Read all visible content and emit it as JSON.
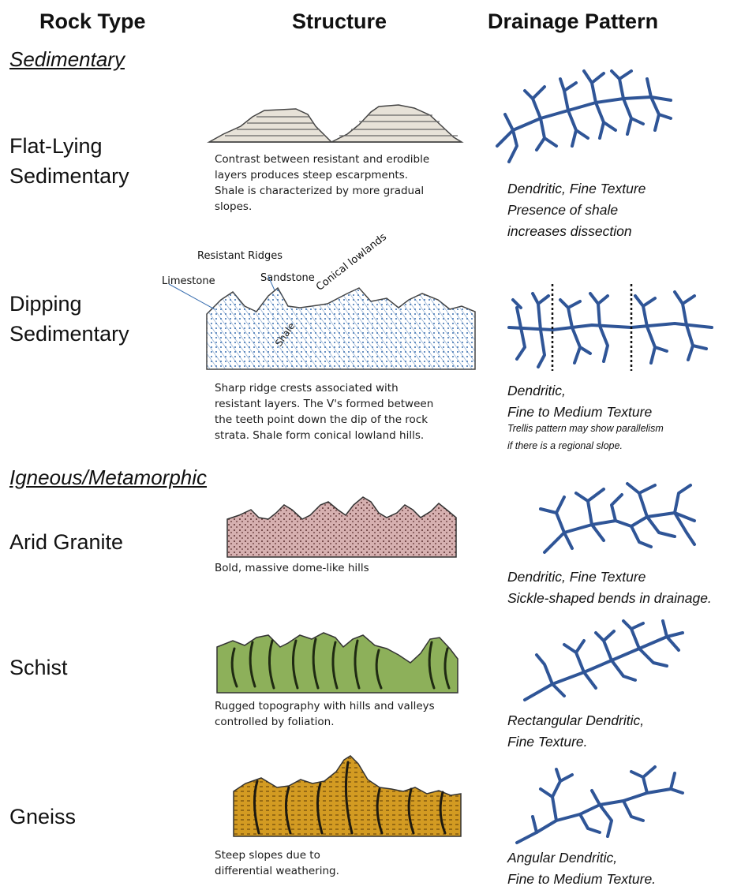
{
  "headers": {
    "rock_type": "Rock Type",
    "structure": "Structure",
    "drainage": "Drainage Pattern"
  },
  "sections": {
    "sedimentary": "Sedimentary",
    "igneous": "Igneous/Metamorphic"
  },
  "rows": [
    {
      "rock": "Flat-Lying\nSedimentary",
      "structure_desc": "Contrast between resistant and erodible\nlayers produces steep escarpments.\nShale is characterized by more gradual\nslopes.",
      "drainage": "Dendritic, Fine Texture\nPresence of shale\nincreases dissection"
    },
    {
      "rock": "Dipping\nSedimentary",
      "structure_desc": "Sharp ridge crests associated with\nresistant layers. The V's formed between\nthe teeth point down the dip of the rock\nstrata. Shale form conical lowland hills.",
      "drainage": "Dendritic,\nFine to Medium Texture",
      "drainage_note": "Trellis pattern may show parallelism\nif there is a regional slope.",
      "labels": {
        "resistant_ridges": "Resistant Ridges",
        "limestone": "Limestone",
        "sandstone": "Sandstone",
        "conical_lowlands": "Conical lowlands",
        "shale": "Shale"
      }
    },
    {
      "rock": "Arid Granite",
      "structure_desc": "Bold, massive dome-like hills",
      "drainage": "Dendritic, Fine Texture\nSickle-shaped bends in drainage."
    },
    {
      "rock": "Schist",
      "structure_desc": "Rugged topography with hills and valleys\ncontrolled by foliation.",
      "drainage": "Rectangular Dendritic,\nFine Texture."
    },
    {
      "rock": "Gneiss",
      "structure_desc": "Steep slopes due to\ndifferential weathering.",
      "drainage": "Angular Dendritic,\nFine to Medium Texture."
    }
  ],
  "colors": {
    "drainage": "#2f5597",
    "granite": "#c79a9a",
    "schist": "#8db05a",
    "gneiss": "#d39b22",
    "sediment_fill": "#e7e2d8",
    "dipping_pattern": "#3a6fb0"
  }
}
